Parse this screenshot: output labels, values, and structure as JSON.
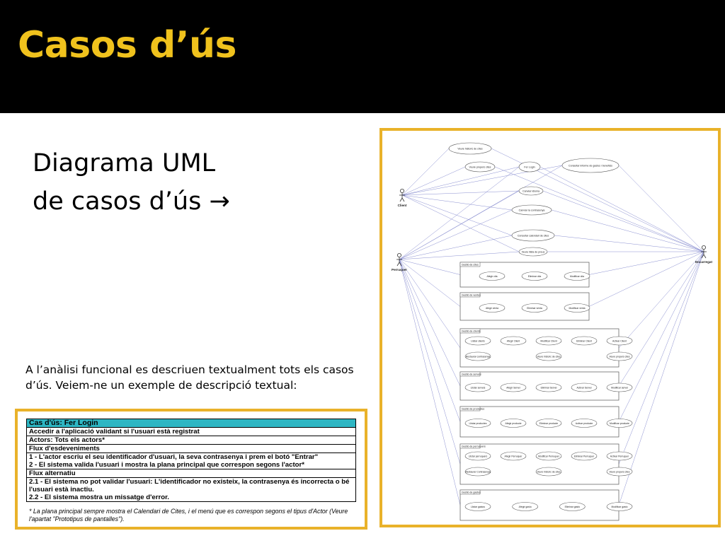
{
  "slide": {
    "title": "Casos d’ús",
    "subtitle_line1": "Diagrama UML",
    "subtitle_line2": "de casos d’ús",
    "arrow_icon": "→",
    "intro_text": "A l’anàlisi funcional es descriuen textualment tots els casos d’ús. Veiem-ne un exemple de descripció textual:"
  },
  "colors": {
    "header_bg": "#000000",
    "title": "#f0c21d",
    "frame_border": "#e9b22a",
    "table_header": "#2eb6c3",
    "diagram_lines": "#8a8fd0"
  },
  "diagram": {
    "actors": [
      {
        "id": "client",
        "label": "Client"
      },
      {
        "id": "perruquer",
        "label": "Perruquer"
      },
      {
        "id": "encarregat",
        "label": "Encarregat"
      }
    ],
    "top_use_cases": [
      "Veure historic de cites",
      "Veure propers cites",
      "Fer Login",
      "Consultar informe de gastos i beneficis",
      "Canviar idioma",
      "Canviar la contrasenya",
      "Consultar calendari de cites",
      "Veure llista de preus"
    ],
    "packages": [
      {
        "name": "Gestió de cites",
        "rows": [
          [
            "Afegir cita",
            "Eliminar cita",
            "Modificar cita"
          ]
        ]
      },
      {
        "name": "Gestió de ventes",
        "rows": [
          [
            "Afegir venta",
            "Eliminar venta",
            "Modificar venta"
          ]
        ]
      },
      {
        "name": "Gestió de clients",
        "rows": [
          [
            "Llistar clients",
            "Afegir Client",
            "Modificar Client",
            "Eliminar Client",
            "Activar Client"
          ],
          [
            "Restaurar contrasenya",
            "Veure historic de cites",
            "Veure propers cites"
          ]
        ]
      },
      {
        "name": "Gestió de serveis",
        "rows": [
          [
            "Llistar serveis",
            "Afegir Servei",
            "Eliminar Servei",
            "Activar Servei",
            "Modificar servei"
          ]
        ]
      },
      {
        "name": "Gestió de productes",
        "rows": [
          [
            "Llistar productes",
            "Afegir producte",
            "Eliminar producte",
            "Activar producte",
            "Modificar producte"
          ]
        ]
      },
      {
        "name": "Gestió de perruquers",
        "rows": [
          [
            "Llistar perruquers",
            "Afegir Perruquer",
            "Modificar Perruquer",
            "Eliminar Perruquer",
            "Activar Perruquer"
          ],
          [
            "Restaurar Contrasenya",
            "Veure historic de cites",
            "Veure propers cites"
          ]
        ]
      },
      {
        "name": "Gestió de gastos",
        "rows": [
          [
            "Llistar gastos",
            "Afegir gasto",
            "Eliminar gasto",
            "Modificar gasto"
          ]
        ]
      }
    ]
  },
  "use_case_table": {
    "title": "Cas d'ús: Fer Login",
    "description": "Accedir a l'aplicació validant si l'usuari està registrat",
    "actors": "Actors: Tots els actors*",
    "main_flow_header": "Flux d'esdeveniments",
    "main_flow": [
      "1 - L'actor escriu el seu identificador d'usuari, la seva contrasenya i prem el botó \"Entrar\"",
      "2 - El sistema valida l'usuari i mostra la plana principal que correspon segons l'actor*"
    ],
    "alt_flow_header": "Flux alternatiu",
    "alt_flow": [
      "2.1 - El sistema no pot validar l'usuari: L'identificador no existeix, la contrasenya és incorrecta o bé l'usuari està inactiu.",
      "2.2 - El sistema mostra un missatge d'error."
    ],
    "note": "* La plana principal sempre mostra el Calendari de Cites, i el menú que es correspon segons el tipus d'Actor (Veure l'apartat \"Prototipus de pantalles\")."
  }
}
